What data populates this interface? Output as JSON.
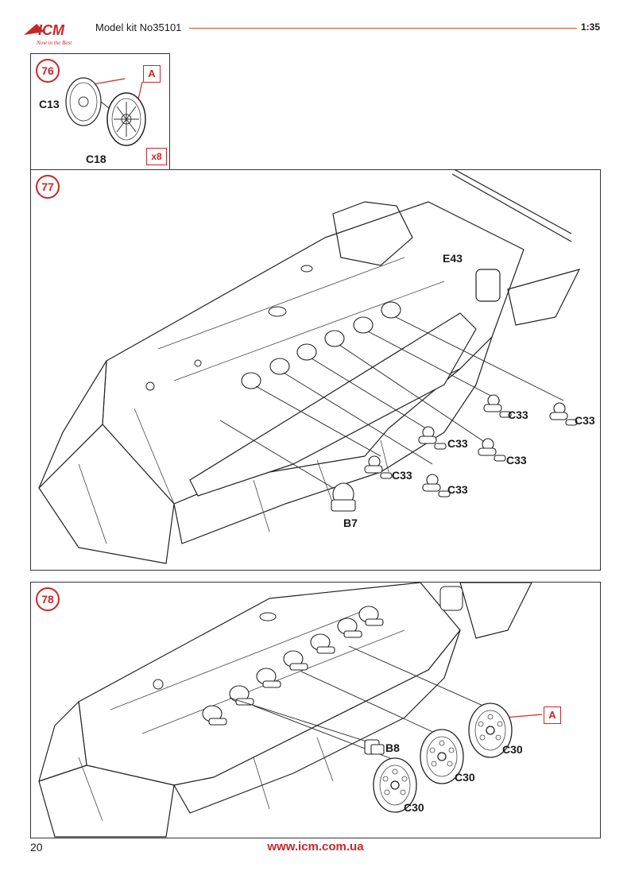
{
  "header": {
    "logo_text": "ICM",
    "logo_tagline": "Now in the Best",
    "kit_label": "Model kit No35101",
    "scale": "1:35"
  },
  "step76": {
    "number": "76",
    "ref_letter": "A",
    "parts": [
      "C13",
      "C18"
    ],
    "quantity": "x8"
  },
  "step77": {
    "number": "77",
    "parts": [
      "E43",
      "C33",
      "C33",
      "C33",
      "C33",
      "C33",
      "C33",
      "B7"
    ]
  },
  "step78": {
    "number": "78",
    "ref_letter": "A",
    "parts": [
      "B8",
      "C30",
      "C30",
      "C30"
    ]
  },
  "footer": {
    "page_number": "20",
    "url": "www.icm.com.ua"
  },
  "colors": {
    "accent": "#c8262a",
    "header_line": "#d94a2b"
  }
}
